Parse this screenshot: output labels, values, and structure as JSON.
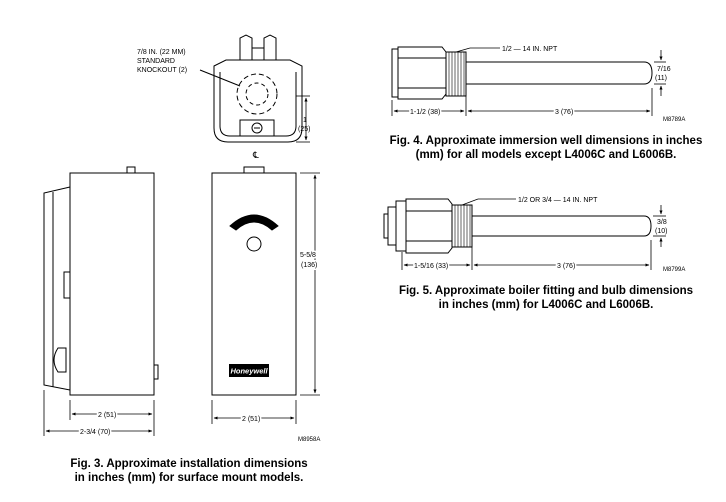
{
  "fig3": {
    "knockout_label": [
      "7/8 IN. (22 MM)",
      "STANDARD",
      "KNOCKOUT (2)"
    ],
    "height_small": "1",
    "height_small_mm": "(25)",
    "centerline": "℄",
    "height_main": "5-5/8",
    "height_main_mm": "(136)",
    "side_width": "2 (51)",
    "side_depth": "2-3/4 (70)",
    "front_width": "2 (51)",
    "brand": "Honeywell",
    "code": "M8958A",
    "caption_lines": [
      "Fig. 3.  Approximate installation dimensions",
      "in inches (mm) for surface mount models."
    ]
  },
  "fig4": {
    "thread_label": "1/2 — 14 IN. NPT",
    "diameter": "7/16",
    "diameter_mm": "(11)",
    "fitting_length": "1-1/2  (38)",
    "bulb_length": "3  (76)",
    "code": "M8789A",
    "caption_lines": [
      "Fig. 4. Approximate immersion well dimensions in inches",
      "(mm) for all models except L4006C and L6006B."
    ]
  },
  "fig5": {
    "thread_label": "1/2 OR 3/4 — 14 IN. NPT",
    "diameter": "3/8",
    "diameter_mm": "(10)",
    "fitting_length": "1-5/16  (33)",
    "bulb_length": "3  (76)",
    "code": "M8799A",
    "caption_lines": [
      "Fig. 5. Approximate boiler fitting and bulb dimensions",
      "in inches (mm) for L4006C and L6006B."
    ]
  }
}
